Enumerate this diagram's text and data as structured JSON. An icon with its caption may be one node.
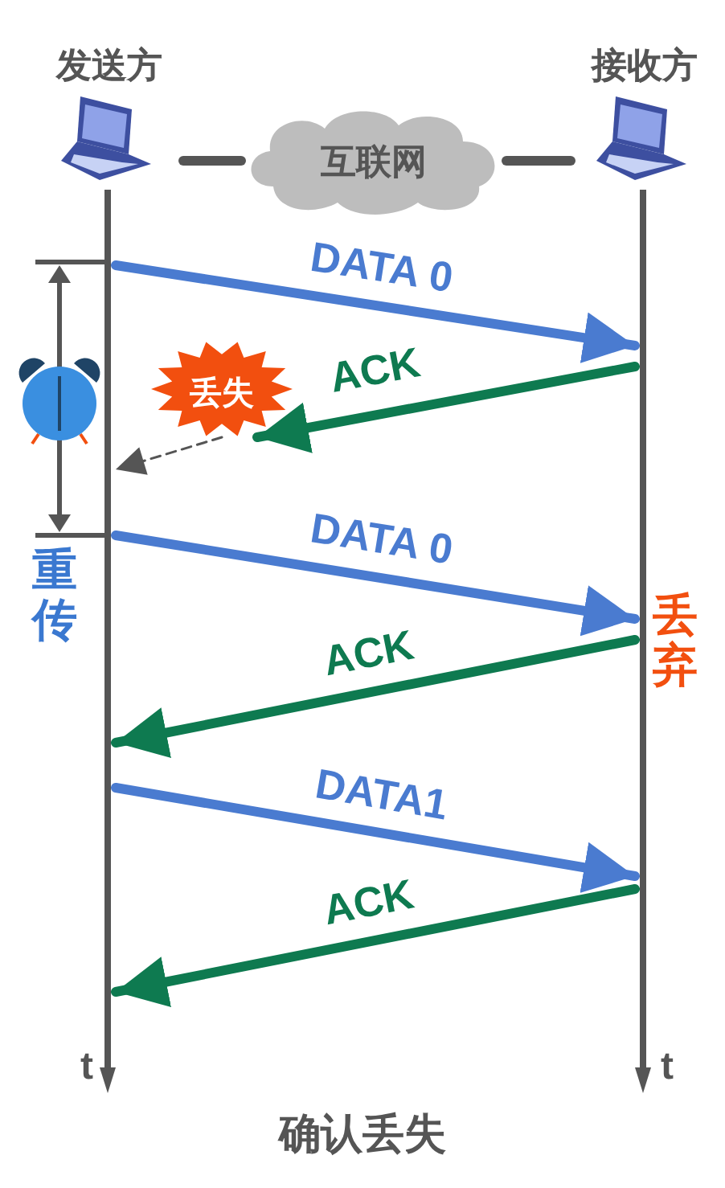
{
  "diagram": {
    "caption": "确认丢失",
    "nodes": [
      {
        "text": [
          "发送方"
        ]
      },
      {
        "text": [
          "互联网"
        ]
      },
      {
        "text": [
          "接收方"
        ]
      },
      {
        "text": [],
        "shape": "bar",
        "beside": [
          "t"
        ]
      },
      {
        "text": [],
        "shape": "bar",
        "beside": [
          "t"
        ]
      },
      {
        "text": [
          "丢失"
        ]
      }
    ],
    "edges": [
      {
        "from": 0,
        "to": 1,
        "arrow": "none",
        "color": "#555555"
      },
      {
        "from": 1,
        "to": 2,
        "arrow": "none",
        "color": "#555555"
      },
      {
        "from": 3,
        "to": 4,
        "arrow": "to",
        "label": "DATA 0",
        "color": "#4a7bd0"
      },
      {
        "from": 4,
        "to": 5,
        "arrow": "to",
        "label": "ACK",
        "color": "#0e7a50"
      },
      {
        "from": 5,
        "to": 3,
        "arrow": "to",
        "style": "dashed",
        "color": "#555555"
      },
      {
        "from": 3,
        "to": 4,
        "arrow": "to",
        "label": "DATA 0",
        "color": "#4a7bd0"
      },
      {
        "from": 4,
        "to": 3,
        "arrow": "to",
        "label": "ACK",
        "color": "#0e7a50"
      },
      {
        "from": 3,
        "to": 4,
        "arrow": "to",
        "label": "DATA1",
        "color": "#4a7bd0"
      },
      {
        "from": 4,
        "to": 3,
        "arrow": "to",
        "label": "ACK",
        "color": "#0e7a50"
      }
    ],
    "labels": [
      "重传",
      "丢弃"
    ]
  }
}
